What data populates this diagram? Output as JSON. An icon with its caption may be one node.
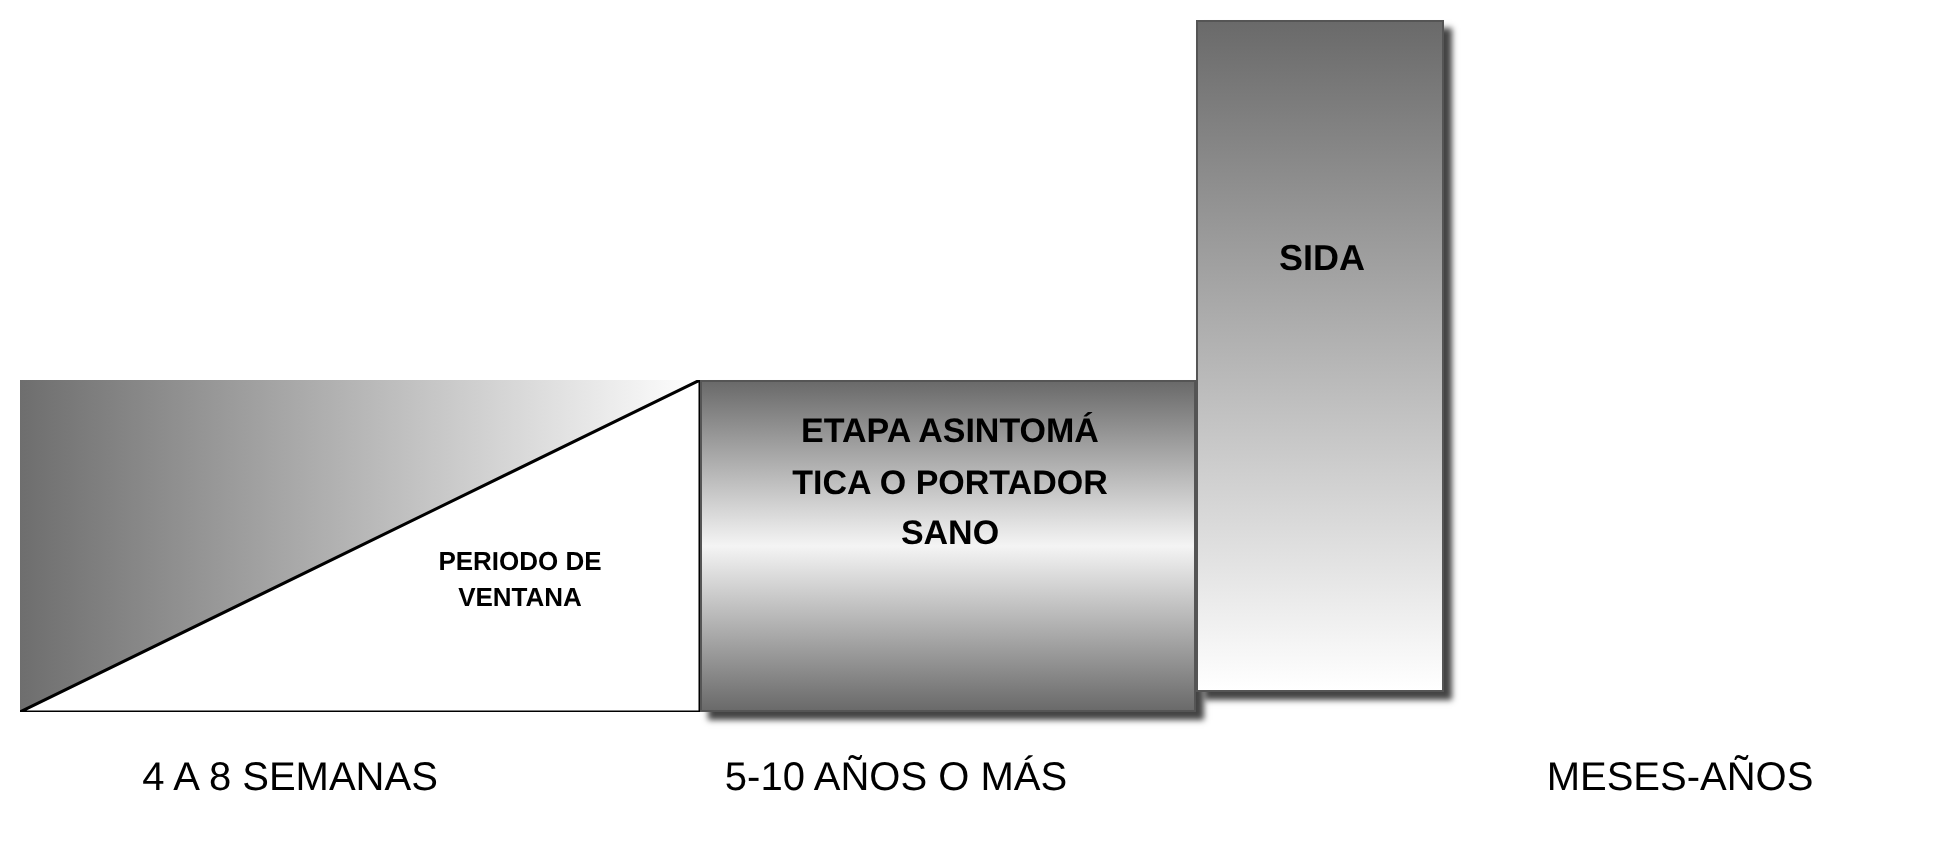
{
  "diagram": {
    "nodes": [
      {
        "text": [
          "PERIODO DE VENTANA"
        ]
      },
      {
        "text": [
          "ETAPA ASINTOMÁ TICA O PORTADOR SANO"
        ]
      },
      {
        "text": [
          "SIDA"
        ]
      }
    ],
    "labels": [
      "4 A 8 SEMANAS",
      "5-10 AÑOS O MÁS",
      "MESES-AÑOS"
    ]
  }
}
